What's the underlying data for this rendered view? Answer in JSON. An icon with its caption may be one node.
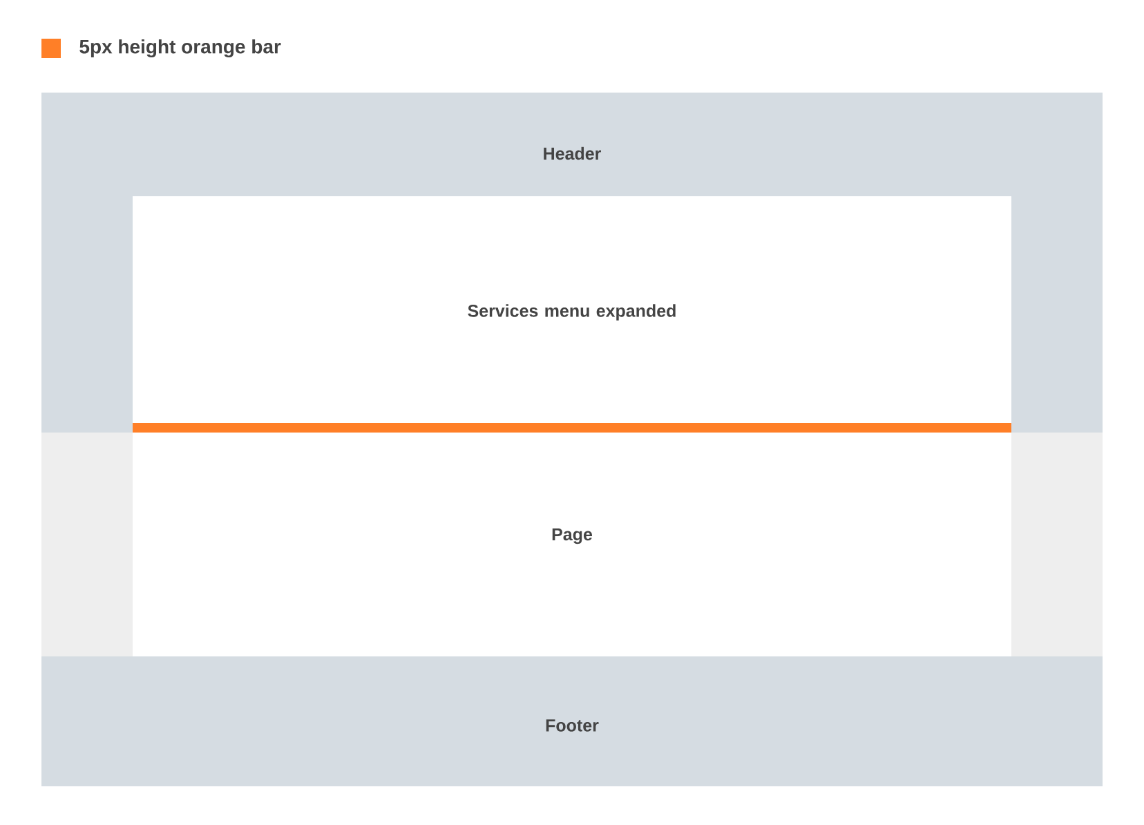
{
  "diagram": {
    "nodes": [
      {
        "text": [
          "Header"
        ]
      },
      {
        "text": [
          "Services menu expanded"
        ],
        "in": 0
      },
      {
        "text": [],
        "shape": "box"
      },
      {
        "text": [
          "Page"
        ],
        "in": 2
      },
      {
        "text": [
          "Footer"
        ]
      }
    ],
    "legend": [
      {
        "text": "5px height orange bar",
        "color": "#ff7f27"
      }
    ]
  }
}
